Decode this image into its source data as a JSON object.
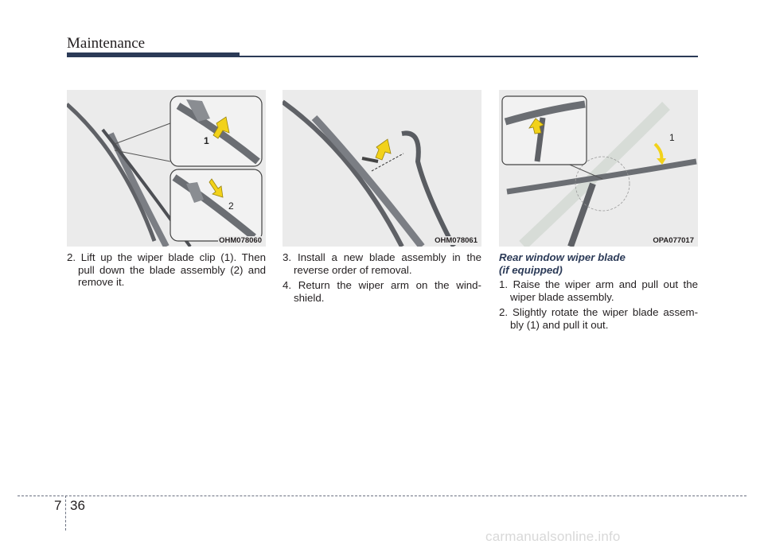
{
  "header": {
    "title": "Maintenance"
  },
  "figures": [
    {
      "code": "OHM078060",
      "callouts": [
        "1",
        "2"
      ]
    },
    {
      "code": "OHM078061"
    },
    {
      "code": "OPA077017",
      "callouts": [
        "1"
      ]
    }
  ],
  "column1": {
    "steps": [
      {
        "num": "2.",
        "text": "Lift up the wiper blade clip (1). Then pull down the blade assembly (2) and remove it."
      }
    ]
  },
  "column2": {
    "steps": [
      {
        "num": "3.",
        "text": "Install a new blade assembly in the reverse order of removal."
      },
      {
        "num": "4.",
        "text": "Return the wiper arm on the wind-shield."
      }
    ]
  },
  "column3": {
    "title_line1": "Rear window wiper blade",
    "title_line2": "(if equipped)",
    "steps": [
      {
        "num": "1.",
        "text": "Raise the wiper arm and pull out the wiper blade assembly."
      },
      {
        "num": "2.",
        "text": "Slightly rotate the wiper blade assem-bly (1) and pull it out."
      }
    ]
  },
  "footer": {
    "chapter": "7",
    "page": "36",
    "watermark": "carmanualsonline.info"
  },
  "colors": {
    "accent": "#2b3a57",
    "arrow_yellow": "#f2d21a",
    "figure_bg": "#ebebeb"
  }
}
